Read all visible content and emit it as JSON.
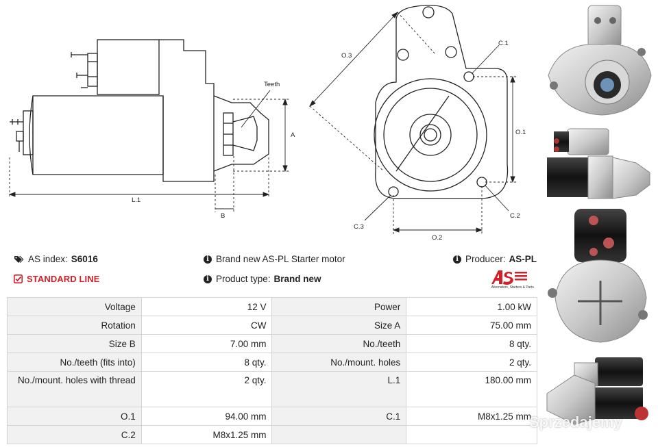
{
  "diagram": {
    "labels": {
      "teeth": "Teeth",
      "a": "A",
      "l1": "L.1",
      "b": "B",
      "o3": "O.3",
      "c1": "C.1",
      "o1": "O.1",
      "c2": "C.2",
      "c3": "C.3",
      "o2": "O.2"
    }
  },
  "info": {
    "as_index_label": "AS index:",
    "as_index_value": "S6016",
    "brand_text": "Brand new AS-PL Starter motor",
    "producer_label": "Producer:",
    "producer_value": "AS-PL",
    "standard_line": "STANDARD LINE",
    "product_type_label": "Product type:",
    "product_type_value": "Brand new"
  },
  "logo": {
    "mark": "AS",
    "tagline": "Alternators, Starters & Parts"
  },
  "specs": [
    [
      {
        "label": "Voltage",
        "value": "12 V"
      },
      {
        "label": "Power",
        "value": "1.00 kW"
      }
    ],
    [
      {
        "label": "Rotation",
        "value": "CW"
      },
      {
        "label": "Size A",
        "value": "75.00 mm"
      }
    ],
    [
      {
        "label": "Size B",
        "value": "7.00 mm"
      },
      {
        "label": "No./teeth",
        "value": "8 qty."
      }
    ],
    [
      {
        "label": "No./teeth (fits into)",
        "value": "8 qty."
      },
      {
        "label": "No./mount. holes",
        "value": "2 qty."
      }
    ],
    [
      {
        "label": "No./mount. holes with thread",
        "value": "2 qty."
      },
      {
        "label": "L.1",
        "value": "180.00 mm"
      }
    ],
    [
      {
        "label": "O.1",
        "value": "94.00 mm"
      },
      {
        "label": "C.1",
        "value": "M8x1.25 mm"
      }
    ],
    [
      {
        "label": "C.2",
        "value": "M8x1.25 mm"
      },
      {
        "label": "",
        "value": ""
      }
    ]
  ],
  "watermark": "Sprzedajemy",
  "colors": {
    "accent_red": "#d0202a",
    "label_bg": "#f1f1f1",
    "border": "#d3d3d3"
  },
  "icons": {
    "tag": "tags-icon",
    "info": "info-icon",
    "check": "checkbox-icon"
  }
}
